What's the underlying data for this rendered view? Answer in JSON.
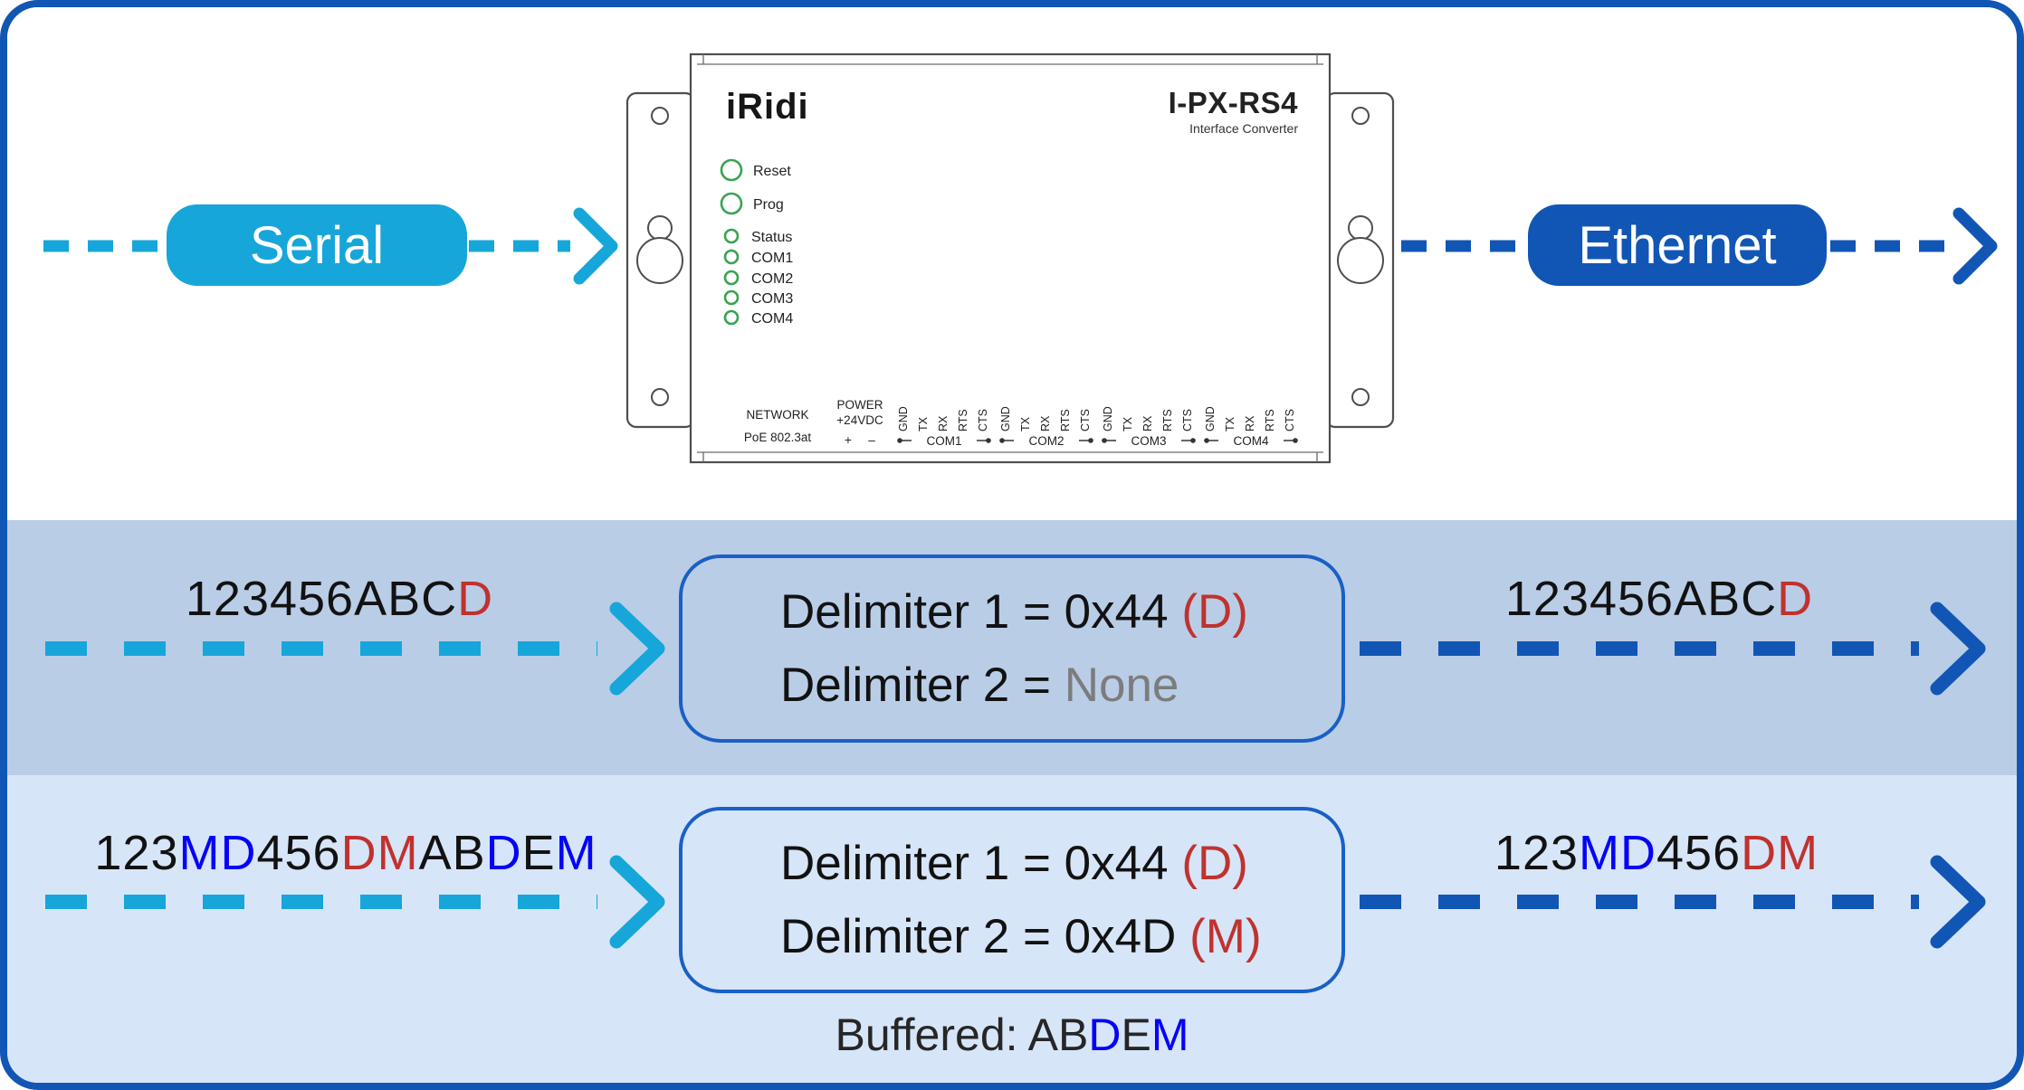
{
  "colors": {
    "accent_cyan": "#17a6d9",
    "accent_blue": "#1156b4",
    "box_border": "#1a60c4",
    "delimiter_red": "#c0322e",
    "char_blue": "#0502fa",
    "none_gray": "#7c7c7c",
    "mid_section_bg": "#b9cde7",
    "bottom_section_bg": "#d7e5f8",
    "led_green": "#38a352"
  },
  "top": {
    "serial_label": "Serial",
    "ethernet_label": "Ethernet",
    "device": {
      "brand": "iRidi",
      "model": "I-PX-RS4",
      "subtitle": "Interface Converter",
      "buttons": [
        "Reset",
        "Prog"
      ],
      "leds": [
        "Status",
        "COM1",
        "COM2",
        "COM3",
        "COM4"
      ],
      "network_label": "NETWORK",
      "poe_label": "PoE 802.3at",
      "power_label": "POWER",
      "power_voltage": "+24VDC",
      "power_plus": "+",
      "power_minus": "–",
      "pin_labels": [
        "GND",
        "TX",
        "RX",
        "RTS",
        "CTS"
      ],
      "com_ports": [
        "COM1",
        "COM2",
        "COM3",
        "COM4"
      ]
    }
  },
  "row1": {
    "input_stream": [
      {
        "text": "123456ABC",
        "color": "#121212"
      },
      {
        "text": "D",
        "color": "#c0322e"
      }
    ],
    "box_lines": [
      [
        {
          "text": "Delimiter 1 = 0x44 ",
          "color": "#121212"
        },
        {
          "text": "(D)",
          "color": "#c0322e"
        }
      ],
      [
        {
          "text": "Delimiter 2 = ",
          "color": "#121212"
        },
        {
          "text": "None",
          "color": "#7c7c7c"
        }
      ]
    ],
    "output_stream": [
      {
        "text": "123456ABC",
        "color": "#121212"
      },
      {
        "text": "D",
        "color": "#c0322e"
      }
    ]
  },
  "row2": {
    "input_stream": [
      {
        "text": "123",
        "color": "#121212"
      },
      {
        "text": "MD",
        "color": "#0502fa"
      },
      {
        "text": "456",
        "color": "#121212"
      },
      {
        "text": "DM",
        "color": "#c0322e"
      },
      {
        "text": "AB",
        "color": "#121212"
      },
      {
        "text": "D",
        "color": "#0502fa"
      },
      {
        "text": "E",
        "color": "#121212"
      },
      {
        "text": "M",
        "color": "#0502fa"
      }
    ],
    "box_lines": [
      [
        {
          "text": "Delimiter 1 = 0x44 ",
          "color": "#121212"
        },
        {
          "text": "(D)",
          "color": "#c0322e"
        }
      ],
      [
        {
          "text": "Delimiter 2 = 0x4D ",
          "color": "#121212"
        },
        {
          "text": "(M)",
          "color": "#c0322e"
        }
      ]
    ],
    "output_stream": [
      {
        "text": "123",
        "color": "#121212"
      },
      {
        "text": "MD",
        "color": "#0502fa"
      },
      {
        "text": "456",
        "color": "#121212"
      },
      {
        "text": "DM",
        "color": "#c0322e"
      }
    ],
    "buffered": [
      {
        "text": "Buffered: AB",
        "color": "#262626"
      },
      {
        "text": "D",
        "color": "#0502fa"
      },
      {
        "text": "E",
        "color": "#262626"
      },
      {
        "text": "M",
        "color": "#0502fa"
      }
    ]
  }
}
